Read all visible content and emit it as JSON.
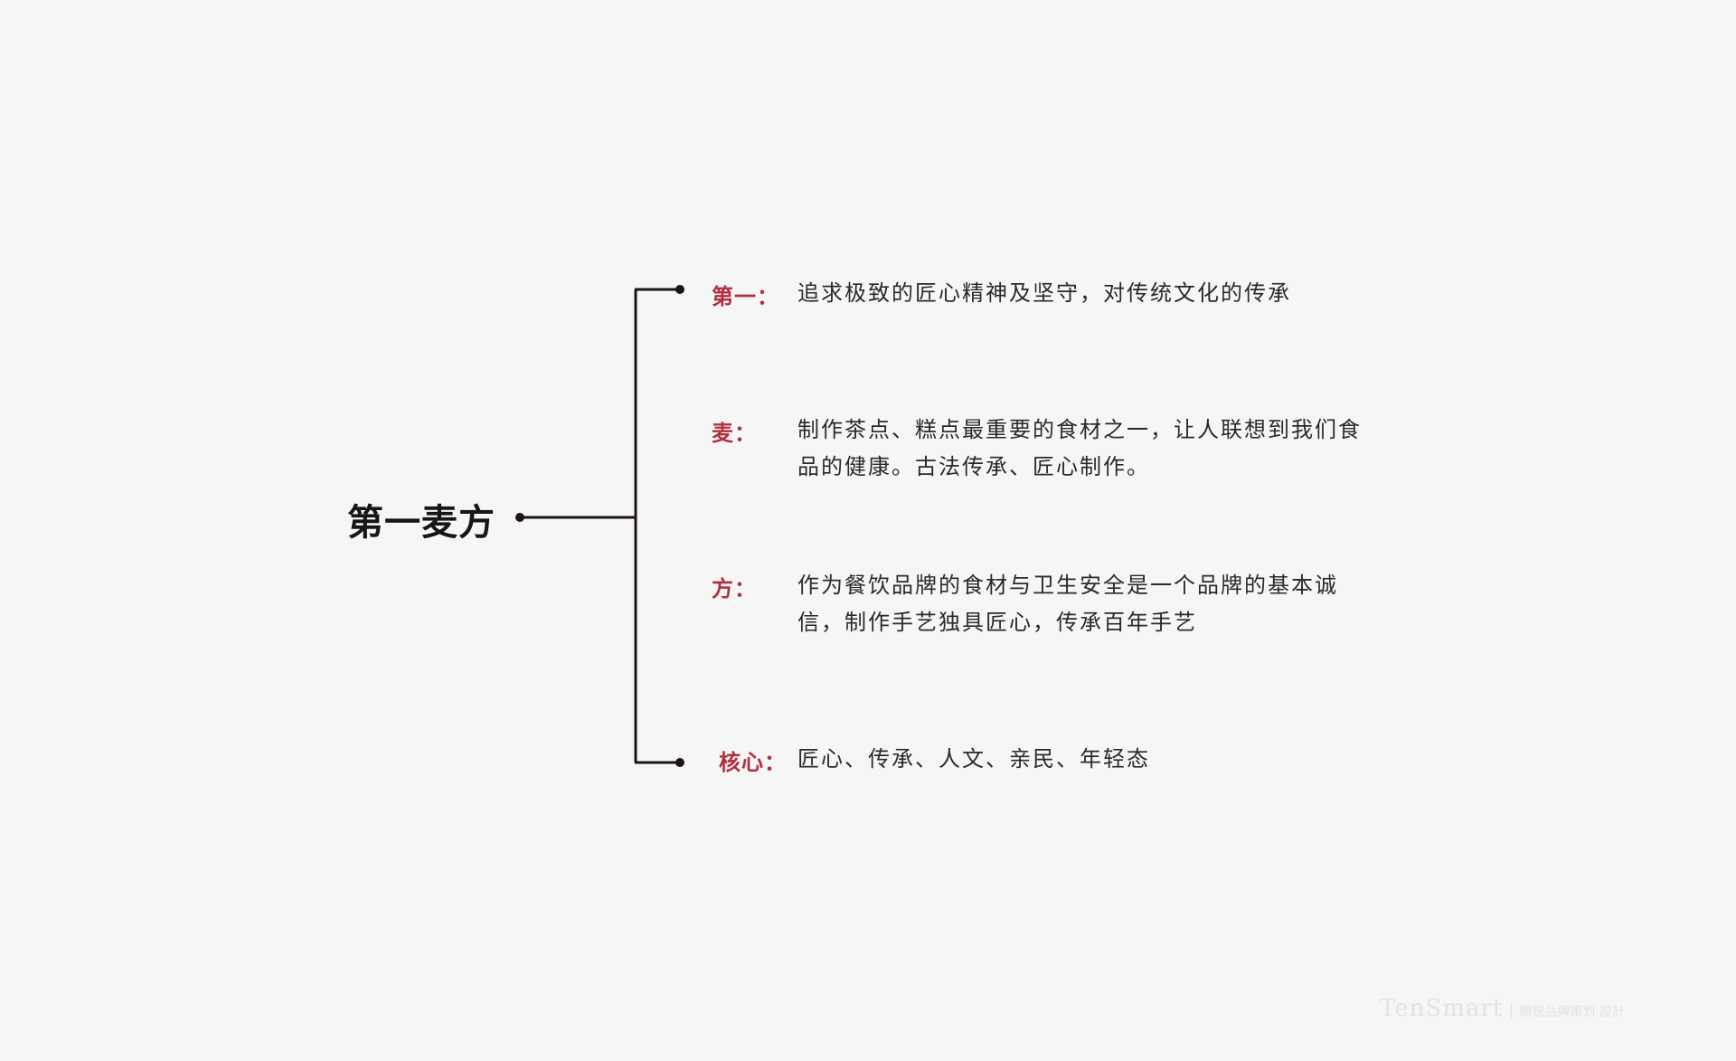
{
  "diagram": {
    "root": "第一麦方",
    "branches": [
      {
        "label": "第一：",
        "text": "追求极致的匠心精神及坚守，对传统文化的传承"
      },
      {
        "label": "麦：",
        "text": "制作茶点、糕点最重要的食材之一，让人联想到我们食品的健康。古法传承、匠心制作。"
      },
      {
        "label": "方：",
        "text": "作为餐饮品牌的食材与卫生安全是一个品牌的基本诚信，制作手艺独具匠心，传承百年手艺"
      },
      {
        "label": "核心：",
        "text": "匠心、传承、人文、亲民、年轻态"
      }
    ]
  },
  "watermark": {
    "logo": "TenSmart",
    "tagline": "腾锐品牌策划·設計"
  },
  "colors": {
    "background": "#f6f6f6",
    "label": "#b03040",
    "text": "#2a2a2a",
    "line": "#1e1414",
    "watermark": "#e2e2e2"
  }
}
